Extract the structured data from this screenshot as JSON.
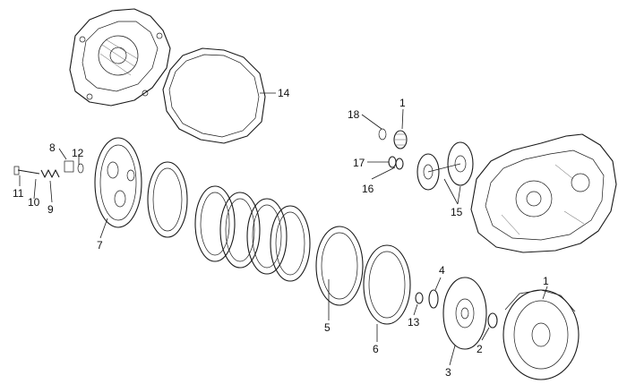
{
  "callouts": {
    "c14": "14",
    "c18": "18",
    "c1_pinion": "1",
    "c8": "8",
    "c12": "12",
    "c17": "17",
    "c16": "16",
    "c15": "15",
    "c11": "11",
    "c10": "10",
    "c9": "9",
    "c7": "7",
    "c5": "5",
    "c6": "6",
    "c4": "4",
    "c13": "13",
    "c1_basket": "1",
    "c2": "2",
    "c3": "3"
  }
}
